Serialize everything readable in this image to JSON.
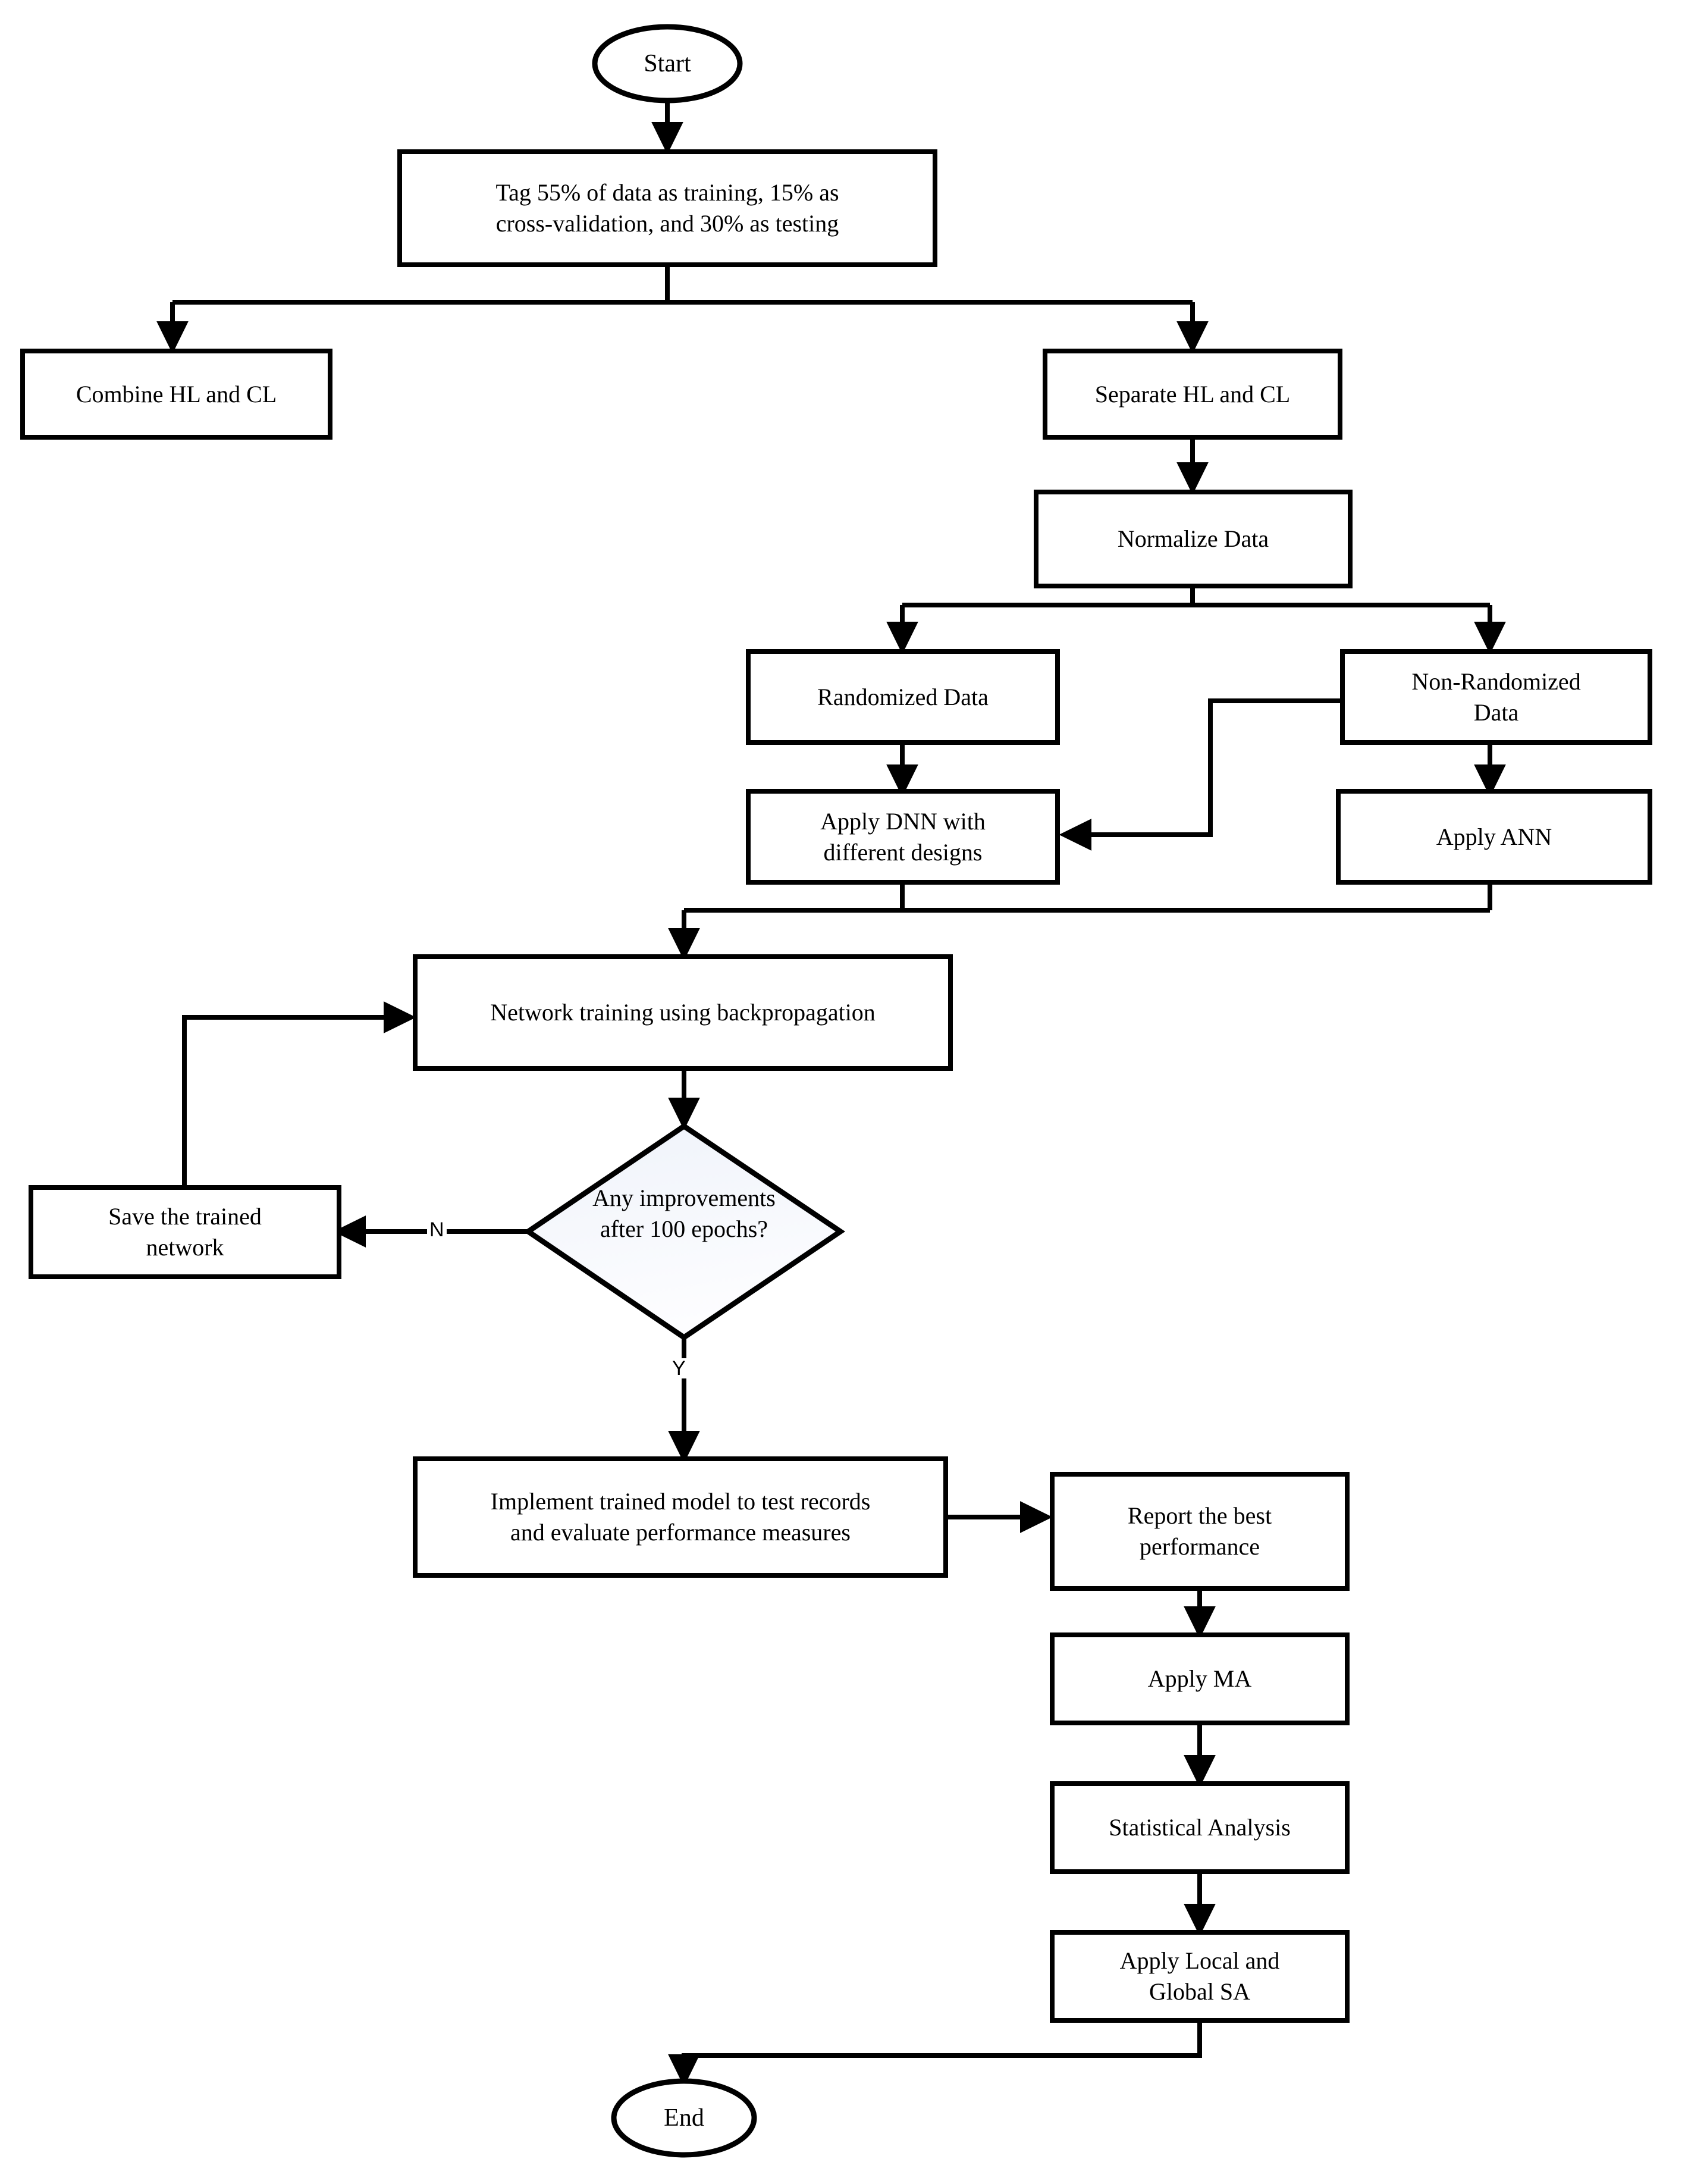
{
  "diagram": {
    "title": "Neural network modelling workflow flowchart",
    "stroke_color": "#000000",
    "box_fill": "#ffffff",
    "decision_fill": "#f3f6fb",
    "nodes": {
      "start": {
        "label": "Start",
        "shape": "ellipse"
      },
      "tag_data": {
        "label": "Tag 55% of data as training, 15% as\ncross-validation, and 30% as testing",
        "shape": "process"
      },
      "combine": {
        "label": "Combine HL and CL",
        "shape": "process"
      },
      "separate": {
        "label": "Separate HL and CL",
        "shape": "process"
      },
      "normalize": {
        "label": "Normalize Data",
        "shape": "process"
      },
      "randomized": {
        "label": "Randomized Data",
        "shape": "process"
      },
      "non_randomized": {
        "label": "Non-Randomized\nData",
        "shape": "process"
      },
      "apply_dnn": {
        "label": "Apply DNN with\ndifferent designs",
        "shape": "process"
      },
      "apply_ann": {
        "label": "Apply ANN",
        "shape": "process"
      },
      "training": {
        "label": "Network training using backpropagation",
        "shape": "process"
      },
      "decision": {
        "label": "Any improvements\nafter 100 epochs?",
        "shape": "decision"
      },
      "save_network": {
        "label": "Save the trained\nnetwork",
        "shape": "process"
      },
      "implement": {
        "label": "Implement trained model to test records\nand evaluate performance measures",
        "shape": "process"
      },
      "report_best": {
        "label": "Report the best\nperformance",
        "shape": "process"
      },
      "apply_ma": {
        "label": "Apply MA",
        "shape": "process"
      },
      "statistical": {
        "label": "Statistical Analysis",
        "shape": "process"
      },
      "apply_sa": {
        "label": "Apply Local and\nGlobal SA",
        "shape": "process"
      },
      "end": {
        "label": "End",
        "shape": "ellipse"
      }
    },
    "edge_labels": {
      "no_branch": "N",
      "yes_branch": "Y"
    }
  }
}
